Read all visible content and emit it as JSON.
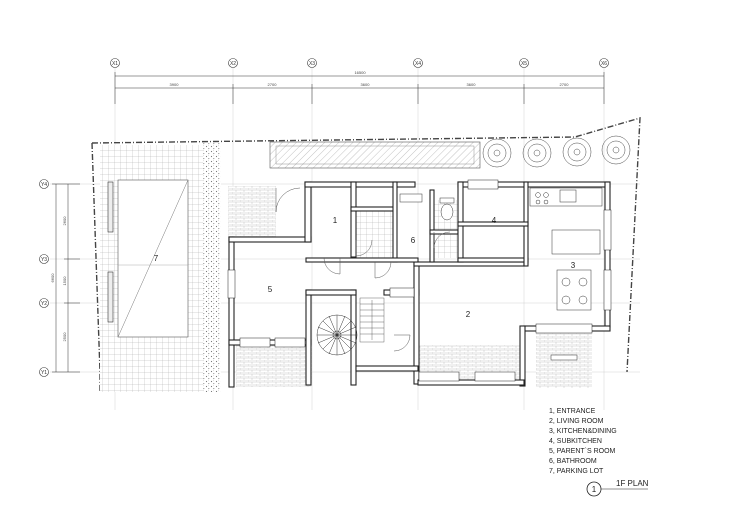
{
  "grid_cols": [
    "X1",
    "X2",
    "X3",
    "X4",
    "X5",
    "X6"
  ],
  "grid_rows": [
    "Y4",
    "Y3",
    "Y2",
    "Y1"
  ],
  "dims_top": [
    "3900",
    "2700",
    "3600",
    "3600",
    "2700"
  ],
  "dim_total": "16500",
  "dims_left": [
    "2600",
    "1500",
    "2500"
  ],
  "dim_left_total": "6600",
  "rooms": [
    "1",
    "2",
    "3",
    "4",
    "5",
    "6",
    "7"
  ],
  "legend": [
    "1, ENTRANCE",
    "2, LIVING ROOM",
    "3, KITCHEN&DINING",
    "4, SUBKITCHEN",
    "5, PARENT`S ROOM",
    "6, BATHROOM",
    "7, PARKING LOT"
  ],
  "title": {
    "number": "1",
    "label": "1F PLAN"
  }
}
